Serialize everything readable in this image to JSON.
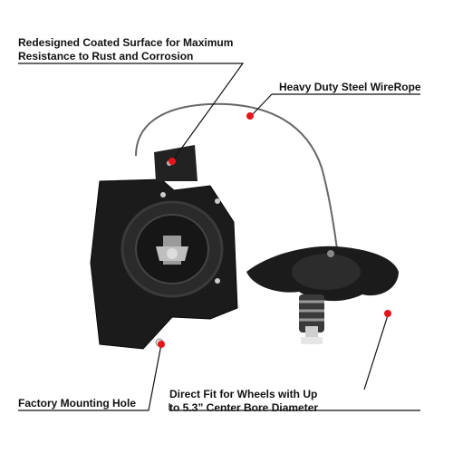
{
  "callouts": {
    "coated_surface_line1": "Redesigned Coated Surface for Maximum",
    "coated_surface_line2": "Resistance to Rust and Corrosion",
    "wire_rope": "Heavy Duty Steel WireRope",
    "mounting_hole": "Factory Mounting Hole",
    "direct_fit_line1": "Direct Fit for Wheels with Up",
    "direct_fit_line2": "to 5.3” Center Bore Diameter"
  },
  "colors": {
    "marker_red": "#e8141c",
    "leader_line": "#111111",
    "metal_black": "#1b1b1b"
  }
}
